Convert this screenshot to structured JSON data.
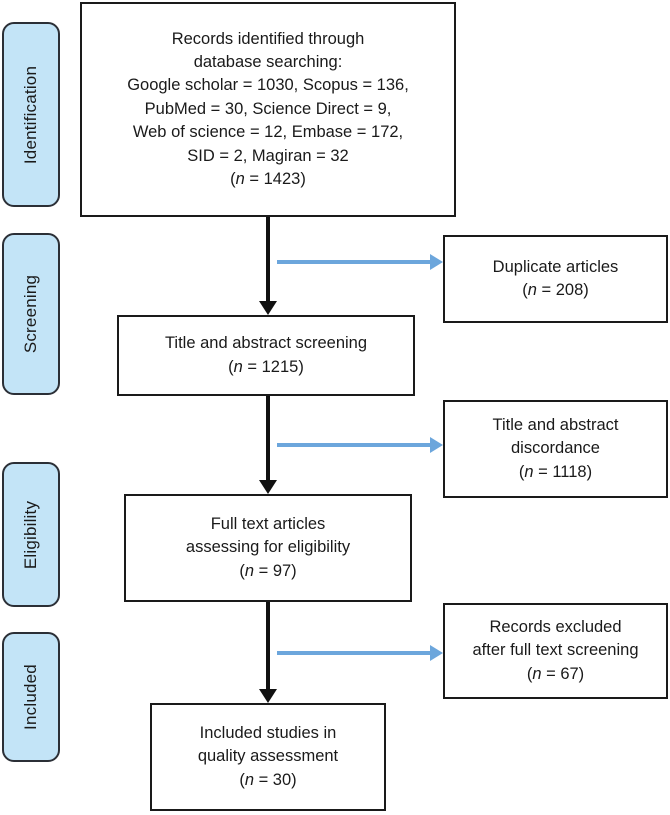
{
  "figure": {
    "type": "prisma-flow-diagram",
    "accent_blue": "#6ca6dc",
    "stage_fill": "#c3e4f7",
    "stage_border": "#2b2f36",
    "box_border": "#1a1a1a"
  },
  "stages": [
    {
      "label": "Identification"
    },
    {
      "label": "Screening"
    },
    {
      "label": "Eligibility"
    },
    {
      "label": "Included"
    }
  ],
  "boxes": {
    "identified": {
      "text": "Records identified through\ndatabase searching:\nGoogle scholar = 1030, Scopus = 136,\nPubMed = 30, Science Direct = 9,\nWeb of science = 12, Embase = 172,\nSID = 2, Magiran = 32\n(n = 1423)",
      "count": 1423
    },
    "duplicates": {
      "text": "Duplicate articles\n(n = 208)",
      "count": 208
    },
    "title_abstract_screening": {
      "text": "Title and abstract screening\n(n = 1215)",
      "count": 1215
    },
    "title_abstract_discordance": {
      "text": "Title and abstract\ndiscordance\n(n = 1118)",
      "count": 1118
    },
    "full_text": {
      "text": "Full text articles\nassessing for eligibility\n(n = 97)",
      "count": 97
    },
    "records_excluded": {
      "text": "Records excluded\nafter full text screening\n(n = 67)",
      "count": 67
    },
    "included": {
      "text": "Included studies in\nquality assessment\n(n = 30)",
      "count": 30
    }
  },
  "sources": [
    {
      "name": "Google scholar",
      "count": 1030
    },
    {
      "name": "Scopus",
      "count": 136
    },
    {
      "name": "PubMed",
      "count": 30
    },
    {
      "name": "Science Direct",
      "count": 9
    },
    {
      "name": "Web of science",
      "count": 12
    },
    {
      "name": "Embase",
      "count": 172
    },
    {
      "name": "SID",
      "count": 2
    },
    {
      "name": "Magiran",
      "count": 32
    }
  ]
}
